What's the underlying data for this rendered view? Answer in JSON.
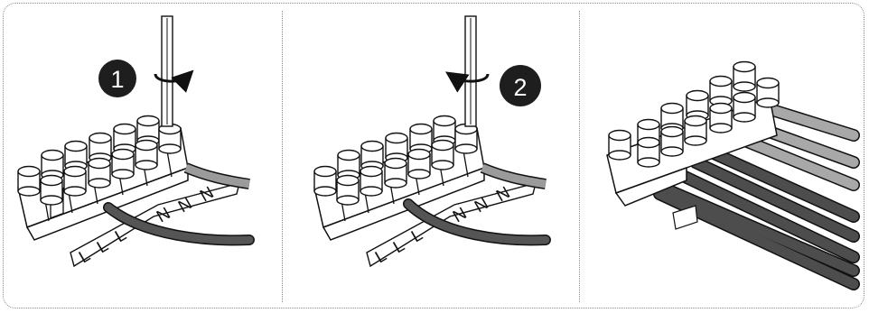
{
  "panels": [
    {
      "step_badge": "1",
      "rotation": "clockwise",
      "terminal_labels": [
        "L",
        "L",
        "L",
        "N",
        "N",
        "N"
      ]
    },
    {
      "step_badge": "2",
      "rotation": "counter-clockwise",
      "terminal_labels": [
        "L",
        "L",
        "L",
        "N",
        "N",
        "N"
      ]
    },
    {
      "description": "connected terminal block with multiple wires",
      "wire_colors": {
        "dark": "#4d4d4d",
        "light": "#a8a8a8"
      }
    }
  ],
  "colors": {
    "border": "#8a8a8a",
    "badge": "#1e1e1e",
    "wire_dark": "#555555",
    "wire_light": "#9b9b9b",
    "outline": "#111111"
  }
}
